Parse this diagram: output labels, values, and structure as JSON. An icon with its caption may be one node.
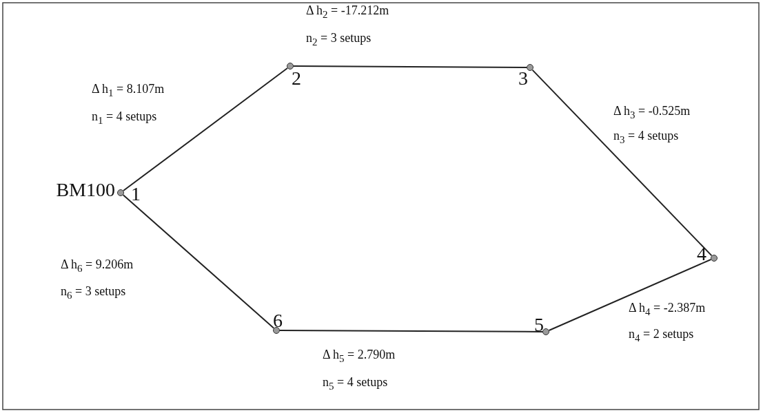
{
  "diagram": {
    "nodes": [
      {
        "text": [],
        "shape": "circle",
        "beside": [
          "BM100",
          "1"
        ]
      },
      {
        "text": [],
        "shape": "circle",
        "beside": [
          "2"
        ]
      },
      {
        "text": [],
        "shape": "circle",
        "beside": [
          "3"
        ]
      },
      {
        "text": [],
        "shape": "circle",
        "beside": [
          "4"
        ]
      },
      {
        "text": [],
        "shape": "circle",
        "beside": [
          "5"
        ]
      },
      {
        "text": [],
        "shape": "circle",
        "beside": [
          "6"
        ]
      }
    ],
    "edges": [
      {
        "from": 0,
        "to": 1,
        "arrow": "none"
      },
      {
        "from": 1,
        "to": 2,
        "arrow": "none"
      },
      {
        "from": 2,
        "to": 3,
        "arrow": "none"
      },
      {
        "from": 3,
        "to": 4,
        "arrow": "none"
      },
      {
        "from": 4,
        "to": 5,
        "arrow": "none"
      },
      {
        "from": 5,
        "to": 0,
        "arrow": "none"
      }
    ],
    "labels": [
      "Δ h$_{2}$ = -17.212m",
      "n$_{2}$ = 3 setups",
      "Δ h$_{1}$ = 8.107m",
      "n$_{1}$ = 4 setups",
      "Δ h$_{3}$ = -0.525m",
      "n$_{3}$ = 4 setups",
      "Δ h$_{6}$ = 9.206m",
      "n$_{6}$ = 3 setups",
      "Δ h$_{4}$ = -2.387m",
      "n$_{4}$ = 2 setups",
      "Δ h$_{5}$ = 2.790m",
      "n$_{5}$ = 4 setups"
    ]
  }
}
